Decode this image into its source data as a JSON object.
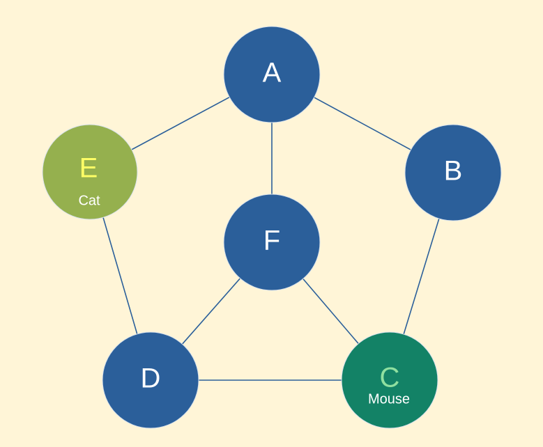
{
  "colors": {
    "background": "#fff5d7",
    "edge": "#2b5f9a",
    "node_default": "#2b5f9a",
    "node_e": "#95b04e",
    "node_c": "#138266",
    "label_default": "#ffffff",
    "label_e": "#ffff66",
    "label_c": "#90e0a0",
    "sublabel": "#ffffff"
  },
  "nodes": {
    "a": {
      "label": "A"
    },
    "b": {
      "label": "B"
    },
    "c": {
      "label": "C",
      "sublabel": "Mouse"
    },
    "d": {
      "label": "D"
    },
    "e": {
      "label": "E",
      "sublabel": "Cat"
    },
    "f": {
      "label": "F"
    }
  },
  "edges": [
    [
      "A",
      "B"
    ],
    [
      "A",
      "E"
    ],
    [
      "A",
      "F"
    ],
    [
      "B",
      "C"
    ],
    [
      "C",
      "D"
    ],
    [
      "D",
      "E"
    ],
    [
      "F",
      "D"
    ],
    [
      "F",
      "C"
    ]
  ]
}
